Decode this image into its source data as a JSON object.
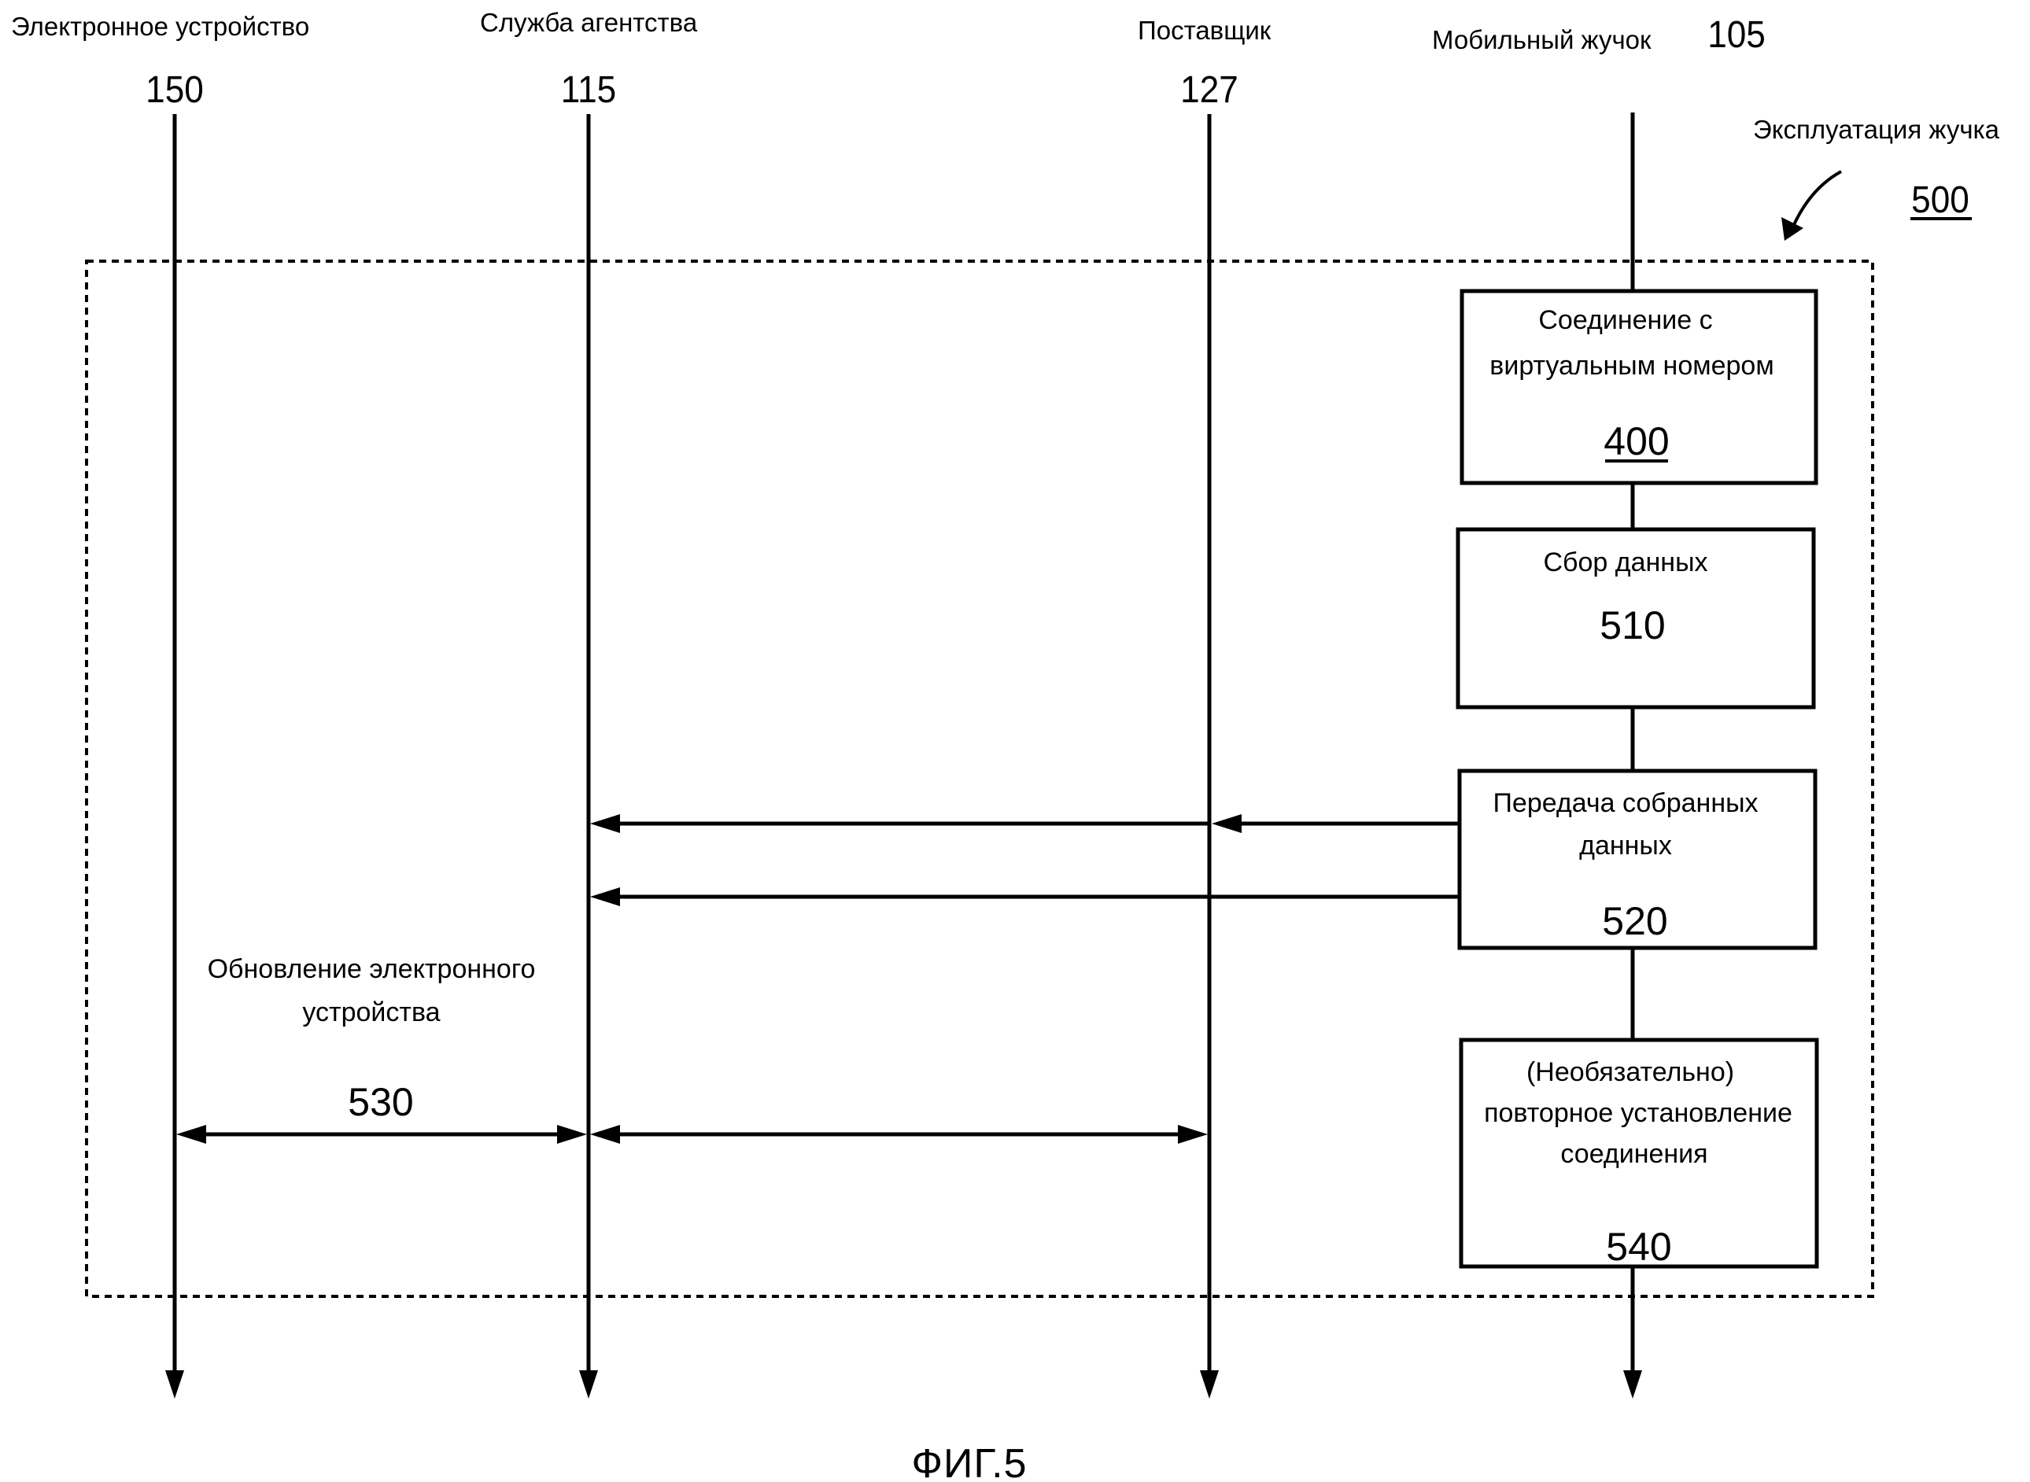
{
  "participants": {
    "electronic_device": {
      "label": "Электронное устройство",
      "number": "150"
    },
    "agency_service": {
      "label": "Служба агентства",
      "number": "115"
    },
    "provider": {
      "label": "Поставщик",
      "number": "127"
    },
    "mobile_bug": {
      "label": "Мобильный жучок",
      "number": "105"
    }
  },
  "group": {
    "label": "Эксплуатация жучка",
    "number": "500"
  },
  "steps": [
    {
      "lines": [
        "Соединение с",
        "виртуальным номером"
      ],
      "number": "400"
    },
    {
      "lines": [
        "Сбор данных"
      ],
      "number": "510"
    },
    {
      "lines": [
        "Передача собранных",
        "данных"
      ],
      "number": "520"
    },
    {
      "lines": [
        "(Необязательно)",
        "повторное установление",
        "соединения"
      ],
      "number": "540"
    }
  ],
  "update": {
    "lines": [
      "Обновление электронного",
      "устройства"
    ],
    "number": "530"
  },
  "figure_title": "ФИГ.5",
  "colors": {
    "ink": "#000000",
    "background": "#ffffff"
  }
}
